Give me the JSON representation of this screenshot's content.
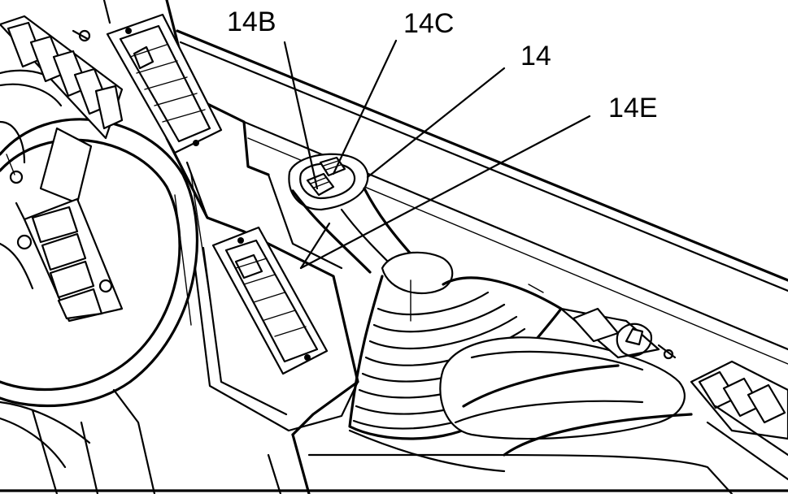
{
  "callouts": [
    {
      "id": "14B",
      "label": "14B"
    },
    {
      "id": "14C",
      "label": "14C"
    },
    {
      "id": "14",
      "label": "14"
    },
    {
      "id": "14E",
      "label": "14E"
    }
  ],
  "colors": {
    "line": "#000000",
    "background": "#ffffff"
  }
}
